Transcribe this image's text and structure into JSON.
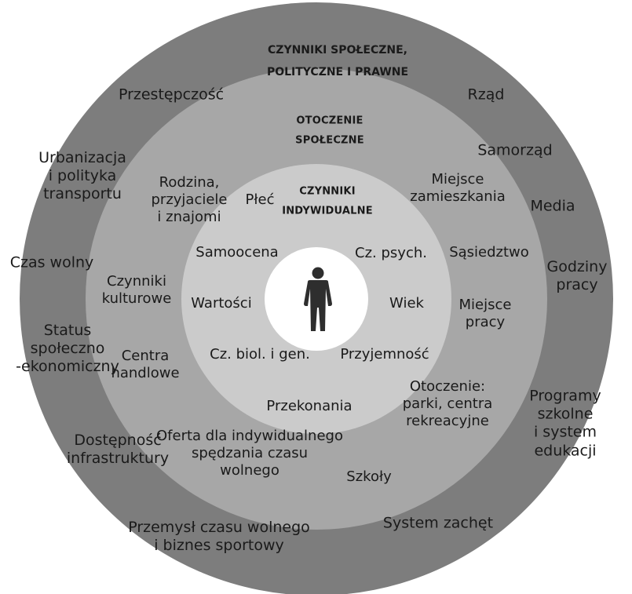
{
  "colors": {
    "ring_outer": "#7d7d7d",
    "ring_social": "#a7a7a7",
    "ring_individual": "#cbcbcb",
    "center": "#ffffff",
    "text": "#1a1a1a",
    "person": "#2e2e2e"
  },
  "center_icon": "person-icon",
  "headings": {
    "outer": [
      "CZYNNIKI SPOŁECZNE,",
      "POLITYCZNE I PRAWNE"
    ],
    "social": [
      "OTOCZENIE",
      "SPOŁECZNE"
    ],
    "individual": [
      "CZYNNIKI",
      "INDYWIDUALNE"
    ]
  },
  "outer_ring": [
    [
      "Przestępczość"
    ],
    [
      "Rząd"
    ],
    [
      "Samorząd"
    ],
    [
      "Urbanizacja",
      "i polityka",
      "transportu"
    ],
    [
      "Media"
    ],
    [
      "Czas wolny"
    ],
    [
      "Godziny",
      "pracy"
    ],
    [
      "Status",
      "społeczno",
      "-ekonomiczny"
    ],
    [
      "Programy",
      "szkolne",
      "i system",
      "edukacji"
    ],
    [
      "Dostępność",
      "infrastruktury"
    ],
    [
      "Przemysł czasu wolnego",
      "i biznes sportowy"
    ],
    [
      "System zachęt"
    ]
  ],
  "social_ring": [
    [
      "Rodzina,",
      "przyjaciele",
      "i znajomi"
    ],
    [
      "Miejsce",
      "zamieszkania"
    ],
    [
      "Sąsiedztwo"
    ],
    [
      "Czynniki",
      "kulturowe"
    ],
    [
      "Miejsce",
      "pracy"
    ],
    [
      "Centra",
      "handlowe"
    ],
    [
      "Otoczenie:",
      "parki, centra",
      "rekreacyjne"
    ],
    [
      "Oferta dla indywidualnego",
      "spędzania czasu",
      "wolnego"
    ],
    [
      "Szkoły"
    ]
  ],
  "individual_ring": [
    [
      "Płeć"
    ],
    [
      "Samoocena"
    ],
    [
      "Cz. psych."
    ],
    [
      "Wartości"
    ],
    [
      "Wiek"
    ],
    [
      "Cz. biol. i gen."
    ],
    [
      "Przyjemność"
    ],
    [
      "Przekonania"
    ]
  ]
}
